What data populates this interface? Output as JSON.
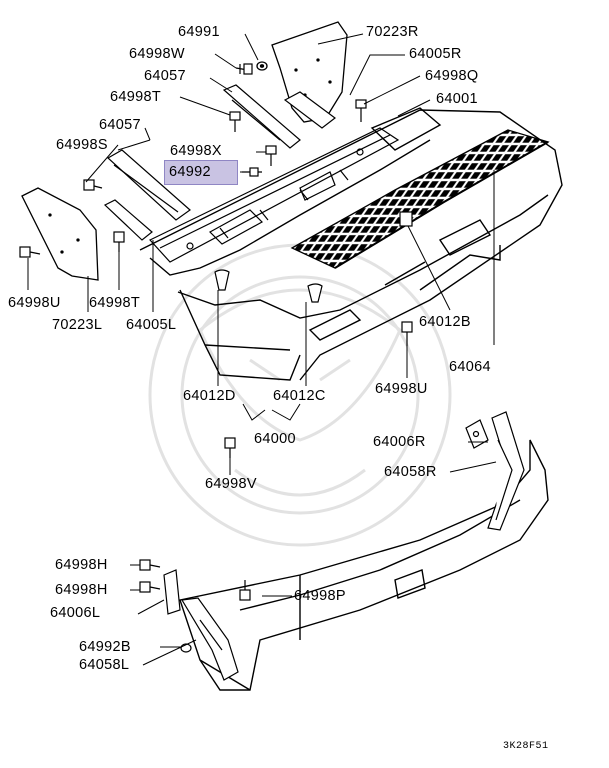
{
  "diagram": {
    "figure_code": "3K28F51",
    "highlighted_part": "64992",
    "part_labels": [
      {
        "id": "l1",
        "text": "64991"
      },
      {
        "id": "l2",
        "text": "70223R"
      },
      {
        "id": "l3",
        "text": "64998W"
      },
      {
        "id": "l4",
        "text": "64005R"
      },
      {
        "id": "l5",
        "text": "64057"
      },
      {
        "id": "l6",
        "text": "64998Q"
      },
      {
        "id": "l7",
        "text": "64998T"
      },
      {
        "id": "l8",
        "text": "64001"
      },
      {
        "id": "l9",
        "text": "64057"
      },
      {
        "id": "l10",
        "text": "64998S"
      },
      {
        "id": "l11",
        "text": "64998X"
      },
      {
        "id": "l12",
        "text": "64992"
      },
      {
        "id": "l13",
        "text": "64998U"
      },
      {
        "id": "l14",
        "text": "64998T"
      },
      {
        "id": "l15",
        "text": "70223L"
      },
      {
        "id": "l16",
        "text": "64005L"
      },
      {
        "id": "l17",
        "text": "64012B"
      },
      {
        "id": "l18",
        "text": "64998U"
      },
      {
        "id": "l19",
        "text": "64064"
      },
      {
        "id": "l20",
        "text": "64012D"
      },
      {
        "id": "l21",
        "text": "64012C"
      },
      {
        "id": "l22",
        "text": "64000"
      },
      {
        "id": "l23",
        "text": "64006R"
      },
      {
        "id": "l24",
        "text": "64998V"
      },
      {
        "id": "l25",
        "text": "64058R"
      },
      {
        "id": "l26",
        "text": "64998H"
      },
      {
        "id": "l27",
        "text": "64998H"
      },
      {
        "id": "l28",
        "text": "64998P"
      },
      {
        "id": "l29",
        "text": "64006L"
      },
      {
        "id": "l30",
        "text": "64992B"
      },
      {
        "id": "l31",
        "text": "64058L"
      }
    ]
  }
}
